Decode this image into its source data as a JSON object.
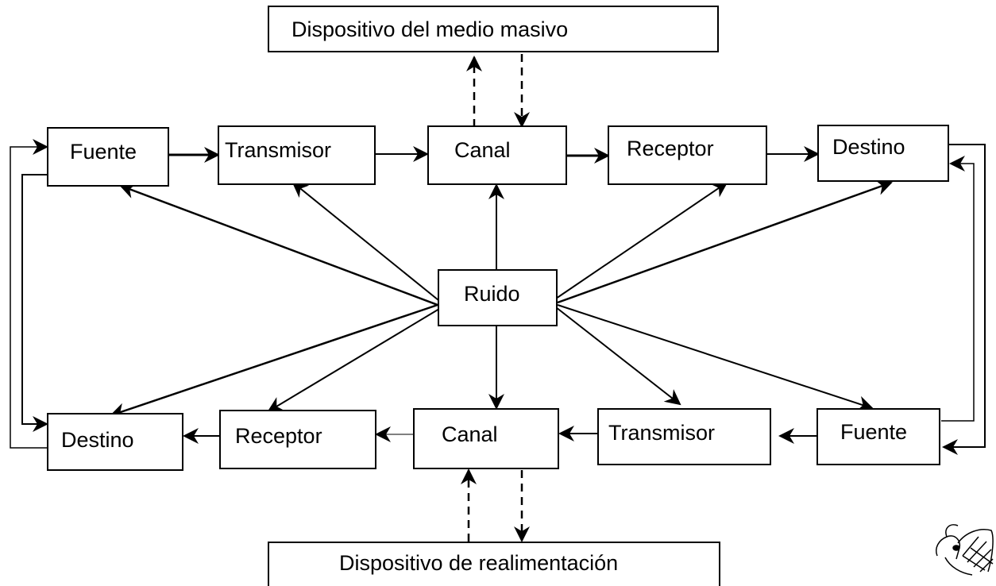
{
  "nodes": {
    "mass_media_device": "Dispositivo del medio masivo",
    "feedback_device": "Dispositivo de realimentación",
    "noise": "Ruido",
    "top_row": {
      "source": "Fuente",
      "transmitter": "Transmisor",
      "channel": "Canal",
      "receiver": "Receptor",
      "destination": "Destino"
    },
    "bottom_row": {
      "destination": "Destino",
      "receiver": "Receptor",
      "channel": "Canal",
      "transmitter": "Transmisor",
      "source": "Fuente"
    }
  },
  "colors": {
    "stroke": "#000000",
    "background": "#ffffff"
  },
  "decoration": "sketch-figure"
}
